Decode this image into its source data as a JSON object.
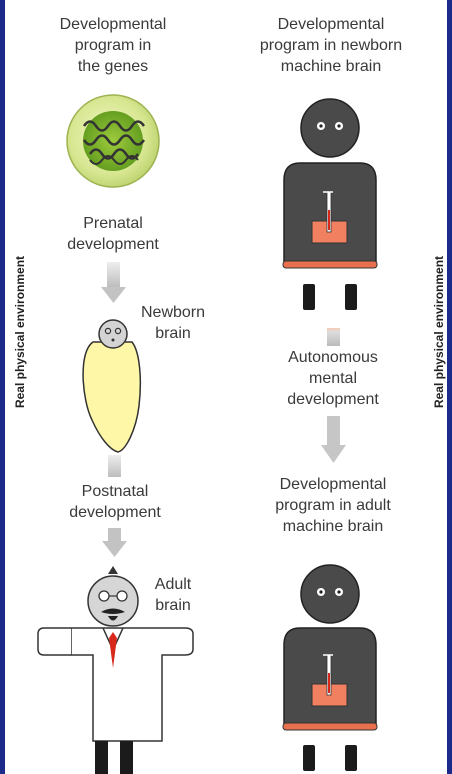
{
  "labels": {
    "dev_program_genes": "Developmental\nprogram in\nthe genes",
    "dev_program_newborn_machine": "Developmental\nprogram in newborn\nmachine brain",
    "prenatal": "Prenatal\ndevelopment",
    "newborn_brain": "Newborn\nbrain",
    "autonomous": "Autonomous\nmental\ndevelopment",
    "postnatal": "Postnatal\ndevelopment",
    "dev_program_adult_machine": "Developmental\nprogram in adult\nmachine brain",
    "adult_brain": "Adult\nbrain",
    "env_left": "Real physical environment",
    "env_right": "Real physical environment"
  },
  "colors": {
    "border": "#1c2a8a",
    "robot_body": "#4a4a4a",
    "robot_accent": "#f08060",
    "robot_belt": "#e8704e",
    "cell": "#cfe08a",
    "newborn_body": "#fff7a8",
    "arrow": "#c8c8c8"
  }
}
